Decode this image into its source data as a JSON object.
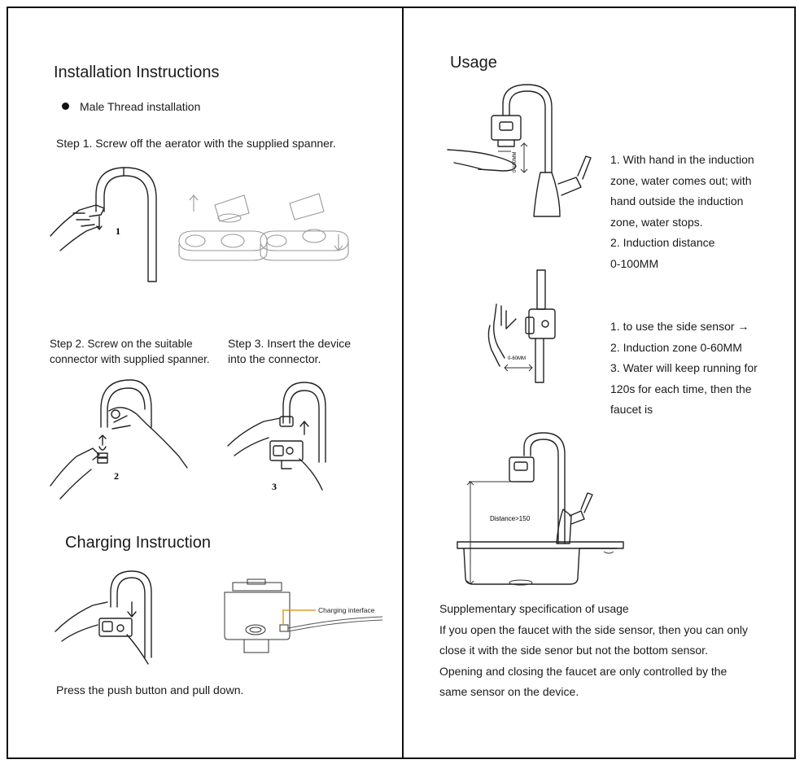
{
  "left": {
    "title": "Installation Instructions",
    "bullet": "Male Thread installation",
    "step1": "Step 1. Screw off the aerator with the supplied spanner.",
    "step2": [
      "Step 2. Screw on the suitable",
      "connector with supplied spanner."
    ],
    "step3": [
      "Step 3. Insert the device",
      "into the connector."
    ],
    "fig_numbers": [
      "1",
      "2",
      "3"
    ],
    "charging_title": "Charging Instruction",
    "charging_label": "Charging interface",
    "charging_note": "Press the push button and pull down."
  },
  "right": {
    "title": "Usage",
    "block1": [
      "1. With hand in the induction",
      "zone, water comes out; with",
      "hand outside the induction",
      "zone, water stops.",
      "2. Induction distance",
      "0-100MM"
    ],
    "block2": [
      "1. to use the side sensor →",
      "2. Induction zone 0-60MM",
      "3. Water will keep running for",
      "120s for each time, then the",
      "faucet is"
    ],
    "dim_top": "0-100MM",
    "dim_side": "0-60MM",
    "dim_sink": "Distance>150",
    "supplementary": [
      "Supplementary specification of usage",
      "If you open the faucet with the side sensor, then you can only",
      "close it with the side senor but not the bottom sensor.",
      "Opening and closing the faucet are only controlled by the",
      "same sensor on the device."
    ]
  },
  "colors": {
    "border": "#111111",
    "text": "#1a1a1a",
    "accent_line": "#e08a00"
  }
}
